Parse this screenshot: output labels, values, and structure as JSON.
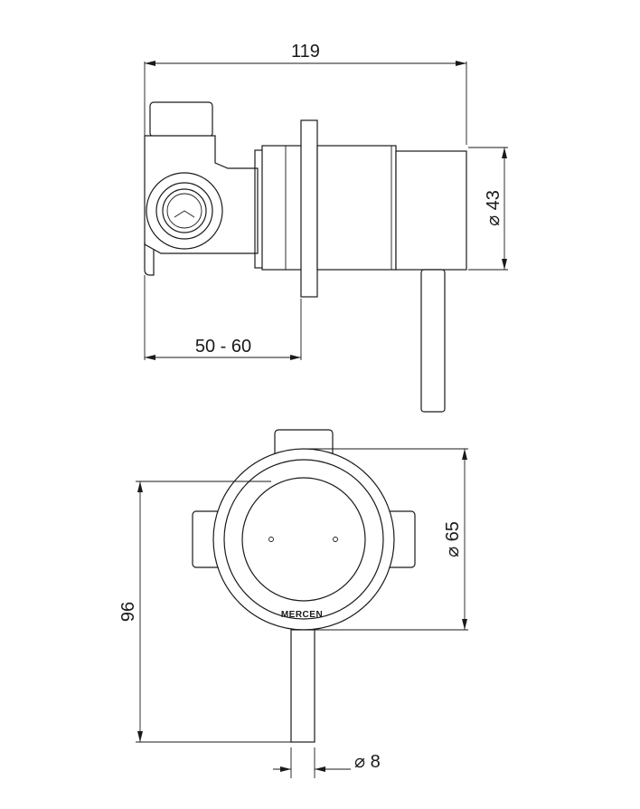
{
  "dimensions": {
    "overall_length": "119",
    "projection_range": "50 - 60",
    "body_diameter": "43",
    "plate_diameter": "65",
    "overall_height": "96",
    "lever_diameter": "8"
  },
  "diameter_symbol": "⌀",
  "brand_text": "MERCEN"
}
